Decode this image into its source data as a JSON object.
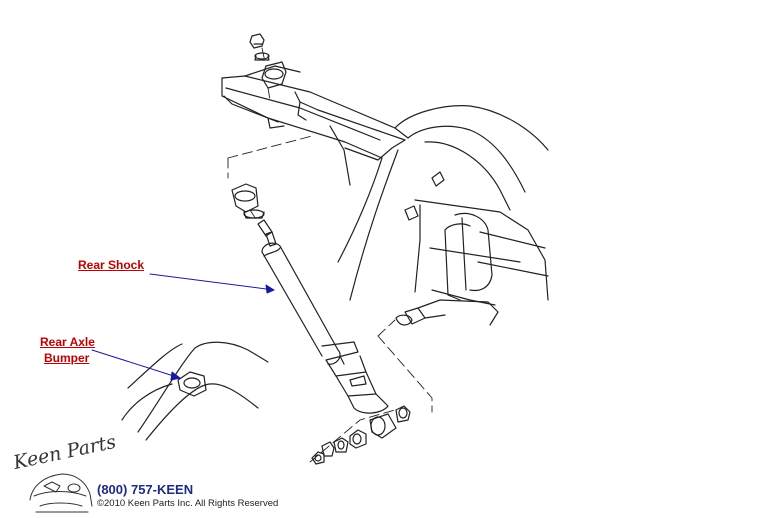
{
  "diagram": {
    "callouts": {
      "rear_shock": "Rear Shock",
      "rear_axle_bumper_line1": "Rear Axle",
      "rear_axle_bumper_line2": "Bumper"
    }
  },
  "branding": {
    "logo_text": "Keen Parts",
    "phone": "(800) 757-KEEN",
    "copyright": "©2010 Keen Parts Inc. All Rights Reserved"
  },
  "colors": {
    "callout_text": "#c00000",
    "leader_line": "#1a1a9c",
    "phone_text": "#1e2a8a",
    "line_art": "#222222"
  }
}
